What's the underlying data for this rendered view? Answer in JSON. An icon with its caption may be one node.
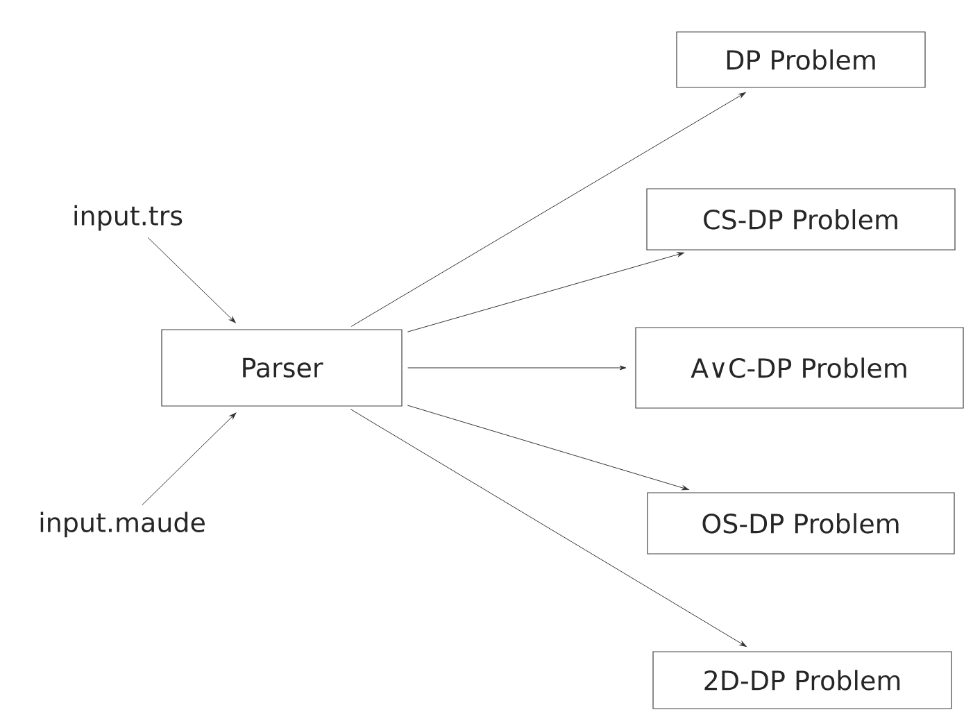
{
  "diagram": {
    "nodes": [
      {
        "text": [
          "input.trs"
        ]
      },
      {
        "text": [
          "input.maude"
        ]
      },
      {
        "text": [
          "Parser"
        ]
      },
      {
        "text": [
          "DP Problem"
        ]
      },
      {
        "text": [
          "CS-DP Problem"
        ]
      },
      {
        "text": [
          "A∨C-DP Problem"
        ]
      },
      {
        "text": [
          "OS-DP Problem"
        ]
      },
      {
        "text": [
          "2D-DP Problem"
        ]
      }
    ],
    "edges": [
      {
        "from": 0,
        "to": 2,
        "arrow": "to"
      },
      {
        "from": 1,
        "to": 2,
        "arrow": "to"
      },
      {
        "from": 2,
        "to": 3,
        "arrow": "to"
      },
      {
        "from": 2,
        "to": 4,
        "arrow": "to"
      },
      {
        "from": 2,
        "to": 5,
        "arrow": "to"
      },
      {
        "from": 2,
        "to": 6,
        "arrow": "to"
      },
      {
        "from": 2,
        "to": 7,
        "arrow": "to"
      }
    ]
  }
}
